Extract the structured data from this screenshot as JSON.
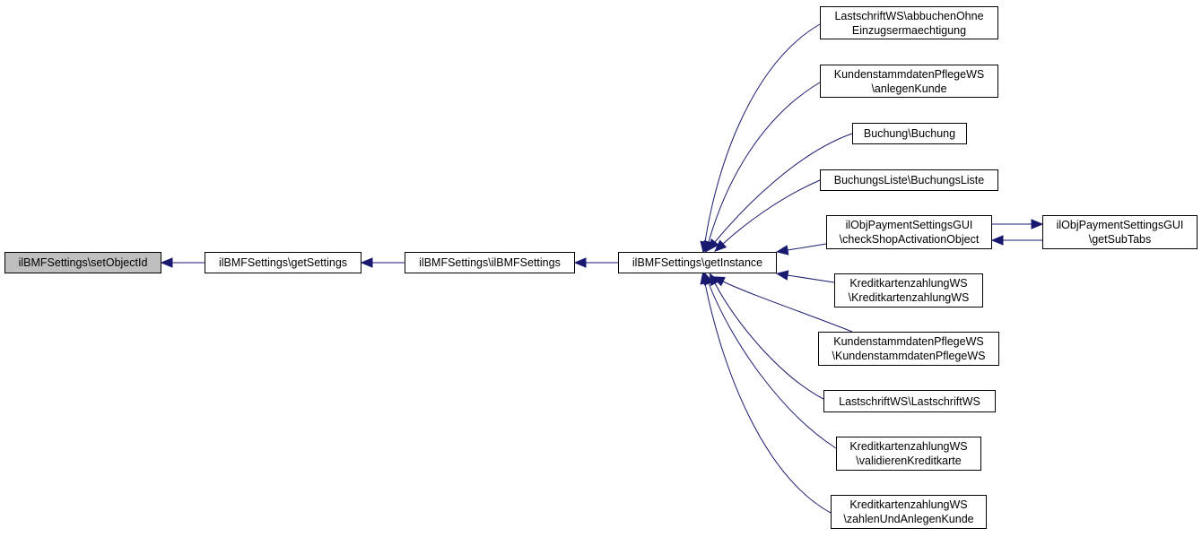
{
  "colors": {
    "edge": "#191970",
    "root_fill": "#bfbfbf",
    "node_fill": "#ffffff",
    "border": "#000000"
  },
  "nodes": {
    "setObjectId": {
      "lines": [
        "ilBMFSettings\\setObjectId"
      ]
    },
    "getSettings": {
      "lines": [
        "ilBMFSettings\\getSettings"
      ]
    },
    "ctor": {
      "lines": [
        "ilBMFSettings\\ilBMFSettings"
      ]
    },
    "getInstance": {
      "lines": [
        "ilBMFSettings\\getInstance"
      ]
    },
    "abbuchen": {
      "lines": [
        "LastschriftWS\\abbuchenOhne",
        "Einzugsermaechtigung"
      ]
    },
    "anlegenKunde": {
      "lines": [
        "KundenstammdatenPflegeWS",
        "\\anlegenKunde"
      ]
    },
    "buchung": {
      "lines": [
        "Buchung\\Buchung"
      ]
    },
    "buchungsListe": {
      "lines": [
        "BuchungsListe\\BuchungsListe"
      ]
    },
    "checkShop": {
      "lines": [
        "ilObjPaymentSettingsGUI",
        "\\checkShopActivationObject"
      ]
    },
    "getSubTabs": {
      "lines": [
        "ilObjPaymentSettingsGUI",
        "\\getSubTabs"
      ]
    },
    "kreditWS": {
      "lines": [
        "KreditkartenzahlungWS",
        "\\KreditkartenzahlungWS"
      ]
    },
    "kundenWS": {
      "lines": [
        "KundenstammdatenPflegeWS",
        "\\KundenstammdatenPflegeWS"
      ]
    },
    "lastWS": {
      "lines": [
        "LastschriftWS\\LastschriftWS"
      ]
    },
    "validieren": {
      "lines": [
        "KreditkartenzahlungWS",
        "\\validierenKreditkarte"
      ]
    },
    "zahlen": {
      "lines": [
        "KreditkartenzahlungWS",
        "\\zahlenUndAnlegenKunde"
      ]
    }
  },
  "edges": [
    {
      "from": "getSettings",
      "to": "setObjectId"
    },
    {
      "from": "ctor",
      "to": "getSettings"
    },
    {
      "from": "getInstance",
      "to": "ctor"
    },
    {
      "from": "abbuchen",
      "to": "getInstance"
    },
    {
      "from": "anlegenKunde",
      "to": "getInstance"
    },
    {
      "from": "buchung",
      "to": "getInstance"
    },
    {
      "from": "buchungsListe",
      "to": "getInstance"
    },
    {
      "from": "checkShop",
      "to": "getInstance"
    },
    {
      "from": "kreditWS",
      "to": "getInstance"
    },
    {
      "from": "kundenWS",
      "to": "getInstance"
    },
    {
      "from": "lastWS",
      "to": "getInstance"
    },
    {
      "from": "validieren",
      "to": "getInstance"
    },
    {
      "from": "zahlen",
      "to": "getInstance"
    },
    {
      "from": "checkShop",
      "to": "getSubTabs"
    },
    {
      "from": "getSubTabs",
      "to": "checkShop"
    }
  ]
}
